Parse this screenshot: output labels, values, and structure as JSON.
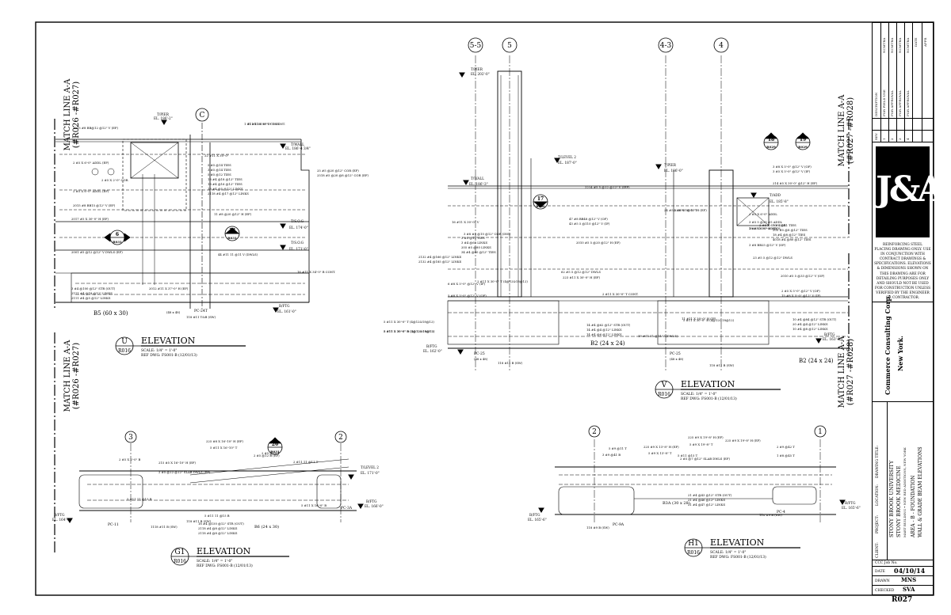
{
  "match_lines": {
    "left_top": [
      "MATCH LINE A-A",
      "(#R026 -#R027)"
    ],
    "left_bottom": [
      "MATCH LINE A-A",
      "(#R026 -#R027)"
    ],
    "right_top": [
      "MATCH LINE A-A",
      "(#R027 -#R028)"
    ],
    "right_bottom": [
      "MATCH LINE A-A",
      "(#R027 -#R028)"
    ]
  },
  "elevations": {
    "u": {
      "letter": "U",
      "ref": "R016",
      "title": "ELEVATION",
      "scale": "SCALE: 1/4\" = 1'-0\"",
      "ref_dwg": "REF DWG: FS001-B (12/01/13)"
    },
    "v": {
      "letter": "V",
      "ref": "R016",
      "title": "ELEVATION",
      "scale": "SCALE: 1/4\" = 1'-0\"",
      "ref_dwg": "REF DWG: FS001-B (12/01/13)"
    },
    "g1": {
      "letter": "G1",
      "ref": "R016",
      "title": "ELEVATION",
      "scale": "SCALE: 1/4\" = 1'-0\"",
      "ref_dwg": "REF DWG: FS001-B (12/01/13)"
    },
    "h1": {
      "letter": "H1",
      "ref": "R016",
      "title": "ELEVATION",
      "scale": "SCALE: 1/4\" = 1'-0\"",
      "ref_dwg": "REF DWG: FS001-B (12/01/13)"
    }
  },
  "grid_bubbles": {
    "c": "C",
    "g55": "5-5",
    "g5": "5",
    "g43": "4-3",
    "g4": "4",
    "g3": "3",
    "g2a": "2",
    "g2b": "2",
    "g1": "1"
  },
  "section_bubbles": {
    "b6": {
      "num": "6",
      "ref": "R031"
    },
    "b13": {
      "num": "13",
      "ref": "R031"
    },
    "b17": {
      "num": "17",
      "ref": "R030"
    },
    "b18": {
      "num": "18",
      "ref": "R029"
    },
    "b19": {
      "num": "19",
      "ref": "R029"
    },
    "b26": {
      "num": "26",
      "ref": "R031"
    }
  },
  "beams": {
    "b5": "B5 (60 x 30)",
    "b2a": "B2 (24 x 24)",
    "b2b": "B2 (24 x 24)",
    "b6": "B6 (24 x 30)",
    "b3a": "B3A (30 x 28)"
  },
  "pile_caps": {
    "pc24t": "PC-24T",
    "pc25": "PC-25",
    "pc25b": "PC-25",
    "pc11": "PC-11",
    "pc3a": "PC-3A",
    "pc9a": "PC-9A",
    "pc4": "PC-4"
  },
  "elev_marks": {
    "tpier1": "T/PIER",
    "tpier1_el": "EL. 186'-2\"",
    "twall1": "T/WALL",
    "twall1_el": "EL. 186'-4 3/4\"",
    "tsog1": "T/S.O.G",
    "tsog1_el": "EL. 174'-0\"",
    "tsog2": "T/S.O.G",
    "tsog2_el": "EL. 171'-0\"",
    "bftg1": "B/FTG",
    "bftg1_el": "EL. 161'-0\"",
    "tpier2": "T/PIER",
    "tpier2_el": "EL. 202'-0\"",
    "tlevel2": "T/LEVEL 2",
    "tlevel2_el": "EL. 187'-0\"",
    "twall2": "T/WALL",
    "twall2_el": "EL. 186'-3\"",
    "tpier3": "T/PIER",
    "tpier3_el": "EL. 186'-0\"",
    "tadd": "T/ADD",
    "tadd_el": "EL. 185'-8\"",
    "bftg2": "B/FTG",
    "bftg2_el": "EL. 162'-0\"",
    "bftg3": "B/FTG",
    "bftg3_el": "EL. 163'-6\"",
    "tlevel2b": "T/LEVEL 2",
    "tlevel2b_el": "EL. 171'-0\"",
    "bftg4": "B/FTG",
    "bftg4_el": "EL. 164'-0\"",
    "bftg5": "B/FTG",
    "bftg5_el": "EL. 166'-0\"",
    "bftg6": "B/FTG",
    "bftg6_el": "EL. 165'-6\"",
    "bftg7": "B/FTG",
    "bftg7_el": "EL. 165'-6\""
  },
  "callouts_u": [
    "3015 #8 BB@12 @12\" V (EF)",
    "11 #11 X 30'-0\" T CONT.",
    "22 #11 X 30'-0\"",
    "5 #5 @14 TIES",
    "3 #5 @14 TIES",
    "5 #5 @12 TIES",
    "18 #4 @18 @12\" TIES",
    "18 #4 @16 @12\" TIES",
    "18 #4 @5 @12\" LINKS",
    "2118 #4 @17 @12\" LINKS",
    "25 #5 @20 @12\" COR (EF)",
    "2518 #5 @20 @8 @12\" COR (EF)",
    "2017 #5 X 30'-0\" H (EF)",
    "2015 #8 BB15 @12\" V (EF)",
    "2001 #5 @12 @12\" V DWLS (EF)",
    "3 #4 @100 @12\" STR (OUT)",
    "2111 #4 @18 @12\" LINKS",
    "2111 #4 @5 @12\" LINKS",
    "2012 #11 X 37'-0\" H (EF)",
    "44 #11 11 @11 V (DWLS)",
    "16 #11 X 34'-0\" B CONT.",
    "1 #11 X 30'-0\" T CONT.",
    "2 #5 X 6'-0\" ADDL (EF)",
    "2 #5 X 2'-0\" COR.",
    "2 #5 X 6'-0\" ADDL (EF)",
    "11 #8 @20 @12\" H (EF)",
    "118 #11 T&B (SW)",
    "(48 x 48)"
  ],
  "callouts_v": [
    "16 #11 X 30'-0\" V",
    "3 #5 @11 TIES",
    "3 #4 @65 LINKS",
    "205 #5 @80 LINKS",
    "34 #4 @80 @12\" TIES",
    "2132 #4 @166 @12\" LINKS",
    "2132 #4 @185 @12\" LINKS",
    "3 #8 #5 @10 @12\" COR (INS)",
    "47 #8 BB48 @12\" V (OF)",
    "43 #5 5 @110 @12\" V (IF)",
    "2010 #5 5 @20 @12\" H (EF)",
    "62 #5 5 @12 @12\" DWLS",
    "6 #8 X 5'-0\" @12\" V (IF)",
    "2 #11 X 30'-0\" T (4@12&18@12)",
    "5 #8 X 5'-0\" @12\" V (OF)",
    "2 #11 X 30'-0\" T CONT.",
    "223 #11 X 30'-0\" H (EF)",
    "5 #11 X 30'-0\" T (4@12&18@12)",
    "14 #4 @62 @12\" STR (OUT)",
    "14 #4 @4 @12\" LINKS",
    "14 #4 @6 @12\" LINKS",
    "19 #11 11 @11 V (DWLS)",
    "5 #11 X 30'-0\" B (4@12&18@12)",
    "11 #11 X 30'-0\" H (IF)",
    "2214 #5 5 @12 @12\" V (IEF)",
    "5 #11 X 30'-0\" B (4@12&18@12)",
    "118 #11 B (SW)",
    "118 #11 B (SW)",
    "(48 x 48)",
    "(48 x 48)",
    "3 #8 X 5'-0\" @12\" V (OF)",
    "3 #5 X 5'-0\" @12\" V (IF)",
    "214 #5 X 30'-0\" @12\" H (EF)",
    "2 #8 X 30'-0\" T",
    "24 #5 X 30'-0\" @12\" H (EF)",
    "3 #5 5 @20 #5 ADDL",
    "18 #5 X 30'-0\" ADDL",
    "3 #5 @11 TIES",
    "205 #5 @8 @12\" TIES",
    "18 #4 @8 @12\" TIES",
    "4018 #4 @80 @12\" TIES",
    "3 #8 BB25 @12\" V (OF)",
    "23 #5 5 @12 @12\" DWLS",
    "2010 #5 5 @33 @12\" V (OF)",
    "2 #5 X 5'-0\" @12\" V (OF)",
    "15 #8 X 5'-0\" @12\" V (IF)",
    "10 #4 @84 @12\" STR (OUT)",
    "20 #4 @4 @12\" LINKS",
    "10 #4 @8 @12\" LINKS",
    "5 #11 X 30'-0\" B (4@12&18@12)",
    "2 #5 X 6'-0\" COR.",
    "2 #5 X 6'-0\" ADDL",
    "2 #5 X 6'-0\" ADDL"
  ],
  "callouts_g1": [
    "225 #8 X 16'-10\" H (EF)",
    "5 #11 X 16'-10\" T",
    "2 #5 @10 T",
    "2 #5 X 2'-0\" B",
    "2 #5 @12 B (EF)",
    "2 #11 11 @11 T",
    "215 #5 X 16'-10\" H (EF)",
    "5 #11 11 @15 B",
    "2 #5 @12 @12\" SLAB DWLS (EF)",
    "118 #11 B (SW)",
    "1118 #11 B (SW)",
    "18 #4 @150 @12\" STR (OUT)",
    "2118 #4 @8 @12\" LINKS",
    "2118 #4 @8 @12\" LINKS",
    "5 #11 X 16'-0\" B",
    "5 #11 11 @15 B"
  ],
  "callouts_h1": [
    "225 #9 X 13'-8\" H (EF)",
    "5 #9 X 13'-8\" T",
    "225 #9 X 19'-8\" H (EF)",
    "5 #9 X 19'-8\" T",
    "225 #9 X 19'-8\" H (EF)",
    "5 #11 @15 T",
    "5 #9 @11 T",
    "3 #9 @41 B",
    "2 #5 @7 @12\" SLAB DWLS (EF)",
    "2 #9 @42 T",
    "21 #4 @43 @12\" STR (OUT)",
    "21 #4 @46 @12\" LINKS",
    "21 #4 @47 @12\" LINKS",
    "1 #8 @45 T",
    "118 #9 B (SW)",
    "118 #9 B (SW)"
  ],
  "title_block": {
    "revisions": [
      {
        "num": "1",
        "desc": "FOR FIELD USE",
        "date": "10/05/14",
        "by": "NCMTRA"
      },
      {
        "num": "2",
        "desc": "FOR APPROVAL",
        "date": "10/02/14",
        "by": "NCMTRA"
      },
      {
        "num": "3",
        "desc": "FOR APPROVAL",
        "date": "10/01/14",
        "by": "NCMTRA"
      },
      {
        "num": "4",
        "desc": "FOR APPROVAL",
        "date": "04/10/14",
        "by": "NCMTRA"
      }
    ],
    "rev_headers": {
      "num": "REV",
      "desc": "DESCRIPTION",
      "date": "DATE",
      "by": "APPR"
    },
    "note": "REINFORCING STEEL PLACING DRAWING ONLY. USE IN CONJUNCTION WITH CONTRACT DRAWINGS & SPECIFICATIONS. ELEVATIONS & DIMENSIONS SHOWN ON THIS DRAWING ARE FOR DETAILING PURPOSES ONLY AND SHOULD NOT BE USED FOR CONSTRUCTION UNLESS VERIFIED BY THE ENGINEER OR CONTRACTOR.",
    "company": "Commerce Consulting Corp.",
    "city": "New York.",
    "client_label": "CLIENT:",
    "client": "STONY BROOK UNIVERSITY",
    "project_label": "PROJECT:",
    "project": "STONY BROOK MEDICINE",
    "location_label": "LOCATION:",
    "location": "MART BUILDING • NEW RED ADDITIONS, NEW YORK",
    "title_label": "DRAWING TITLE:",
    "title_line1": "AREA - B - FOUNDATION",
    "title_line2": "WALL & GRADE BEAM ELEVATIONS",
    "ccc_label": "CCC Job No.",
    "date_label": "DATE",
    "date": "04/10/14",
    "drawn_label": "DRAWN",
    "drawn": "MNS",
    "checked_label": "CHECKED",
    "checked": "SVA",
    "sheet": "R027"
  },
  "logo": "J&A"
}
